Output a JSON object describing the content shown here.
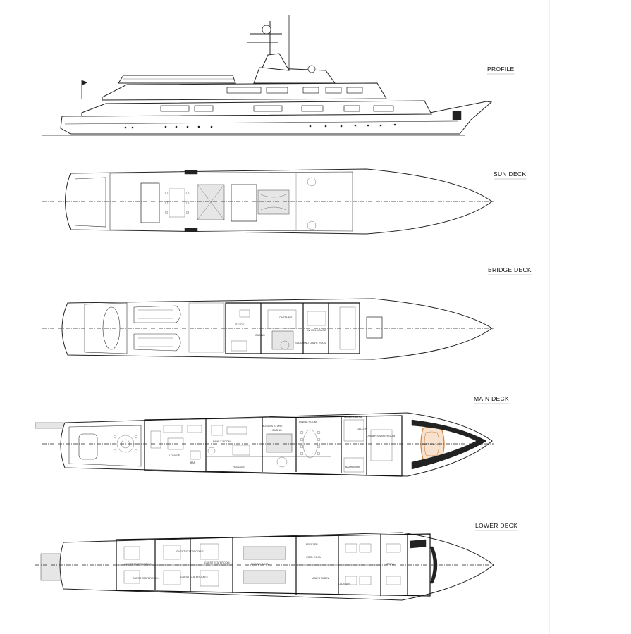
{
  "deck_labels": {
    "profile": "PROFILE",
    "sun_deck": "SUN DECK",
    "bridge_deck": "BRIDGE DECK",
    "main_deck": "MAIN  DECK",
    "lower_deck": "LOWER  DECK"
  },
  "rooms": {
    "bridge": {
      "study": "STUDY",
      "captains": "CAPTAIN'S",
      "wheel_house": "WHEEL HOUSE",
      "casing": "CASING",
      "radio": "RADIO AND CHART ROOM"
    },
    "main": {
      "family_room": "FAMILY ROOM",
      "bosuns_store": "BOSUNS STORE",
      "casing": "CASING",
      "dining_room": "DINING ROOM",
      "lounge": "LOUNGE",
      "bar": "BAR",
      "passage": "PASSAGE",
      "owners_bath": "OWNER'S BATH",
      "galley": "GALLEY",
      "owners_stateroom": "OWNER'S STATEROOM",
      "bathroom": "BATHROOM",
      "rescue_boat": "RESCUE BOAT"
    },
    "lower": {
      "guest_1": "GUEST STATEROOM 1",
      "guest_2": "GUEST STATEROOM 2",
      "guest_3": "GUEST STATEROOM 3",
      "guest_4": "GUEST STATEROOM 4",
      "guest_5": "GUEST STATEROOM 5",
      "engine_room": "ENGINE ROOM",
      "freezer": "FREEZER",
      "cool_room": "COOL ROOM",
      "laundry": "LAUNDRY",
      "maids_cabin": "MAID'S CABIN",
      "crew": "CREW"
    }
  }
}
